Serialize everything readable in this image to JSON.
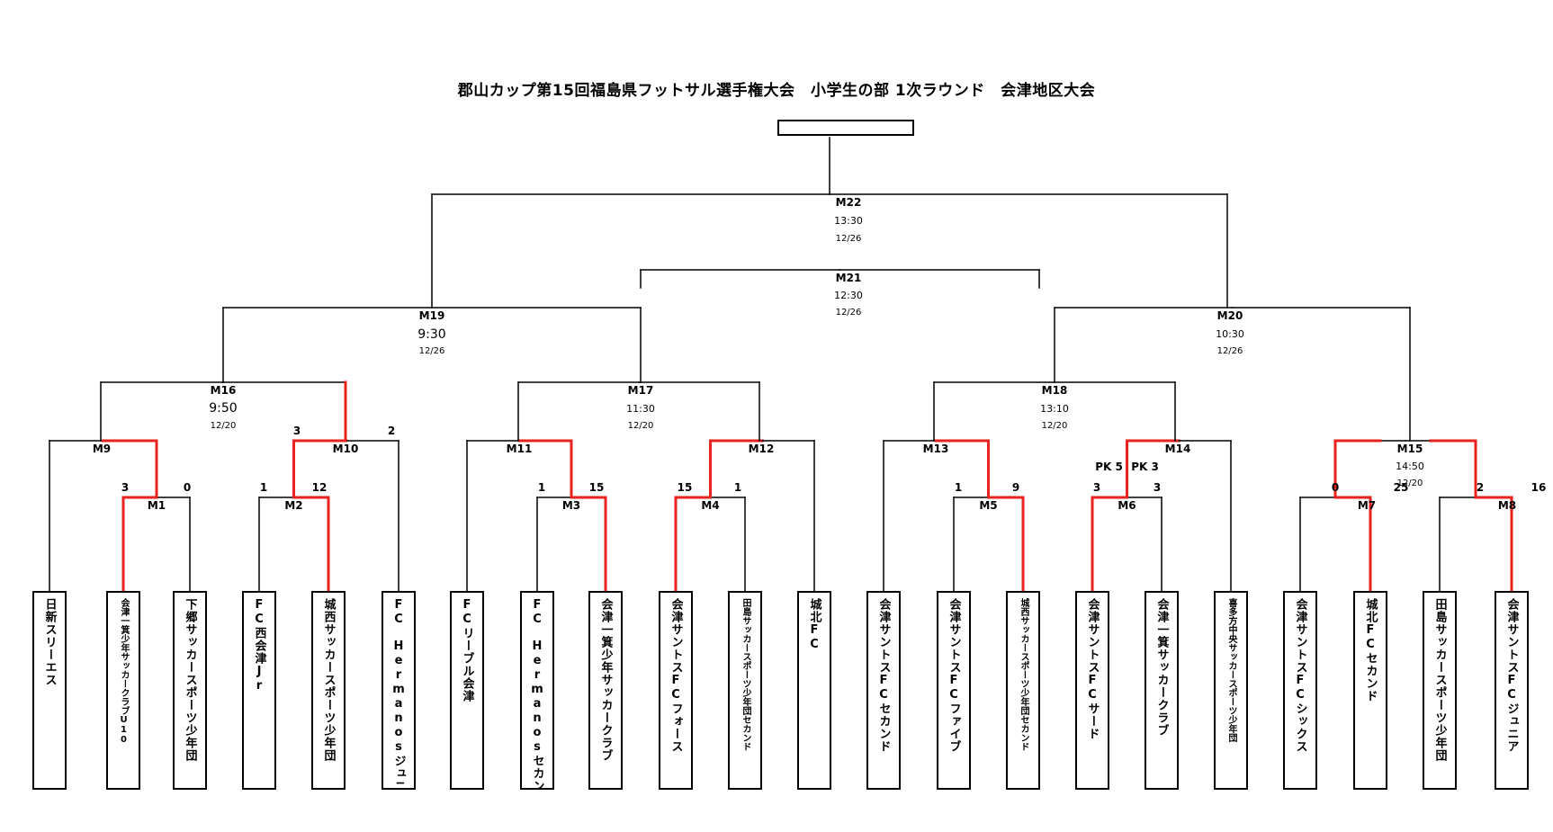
{
  "title": "郡山カップ第15回福島県フットサル選手権大会　小学生の部 1次ラウンド　会津地区大会",
  "teams": [
    "日新スリーエス",
    "会津一箕少年サッカークラブU10",
    "下郷サッカースポーツ少年団",
    "FC西会津Jr",
    "城西サッカースポーツ少年団",
    "FC　Hermanosジュニア",
    "FCリーブル会津",
    "FC　Hermanosセカンド",
    "会津一箕少年サッカークラブ",
    "会津サントスFCフォース",
    "田島サッカースポーツ少年団セカンド",
    "城北FC",
    "会津サントスFCセカンド",
    "会津サントスFCファイブ",
    "城西サッカースポーツ少年団セカンド",
    "会津サントスFCサード",
    "会津一箕サッカークラブ",
    "喜多方中央サッカースポーツ少年団",
    "会津サントスFCシックス",
    "城北FCセカンド",
    "田島サッカースポーツ少年団",
    "会津サントスFCジュニア"
  ],
  "matches": {
    "M1": {
      "label": "M1",
      "scores": [
        "3",
        "0"
      ]
    },
    "M2": {
      "label": "M2",
      "scores": [
        "1",
        "12"
      ]
    },
    "M3": {
      "label": "M3",
      "scores": [
        "1",
        "15"
      ]
    },
    "M4": {
      "label": "M4",
      "scores": [
        "15",
        "1"
      ]
    },
    "M5": {
      "label": "M5",
      "scores": [
        "1",
        "9"
      ]
    },
    "M6": {
      "label": "M6",
      "scores": [
        "3",
        "3"
      ],
      "pk": [
        "PK 5",
        "PK 3"
      ]
    },
    "M7": {
      "label": "M7",
      "scores": [
        "0",
        "25"
      ]
    },
    "M8": {
      "label": "M8",
      "scores": [
        "2",
        "16"
      ]
    },
    "M9": {
      "label": "M9"
    },
    "M10": {
      "label": "M10",
      "scores": [
        "3",
        "2"
      ]
    },
    "M11": {
      "label": "M11"
    },
    "M12": {
      "label": "M12"
    },
    "M13": {
      "label": "M13"
    },
    "M14": {
      "label": "M14"
    },
    "M15": {
      "label": "M15",
      "time": "14:50",
      "date": "12/20"
    },
    "M16": {
      "label": "M16",
      "time": "9:50",
      "date": "12/20"
    },
    "M17": {
      "label": "M17",
      "time": "11:30",
      "date": "12/20"
    },
    "M18": {
      "label": "M18",
      "time": "13:10",
      "date": "12/20"
    },
    "M19": {
      "label": "M19",
      "time": "9:30",
      "date": "12/26"
    },
    "M20": {
      "label": "M20",
      "time": "10:30",
      "date": "12/26"
    },
    "M21": {
      "label": "M21",
      "time": "12:30",
      "date": "12/26"
    },
    "M22": {
      "label": "M22",
      "time": "13:30",
      "date": "12/26"
    }
  },
  "colors": {
    "line": "#000000",
    "winner": "#e8231f"
  }
}
